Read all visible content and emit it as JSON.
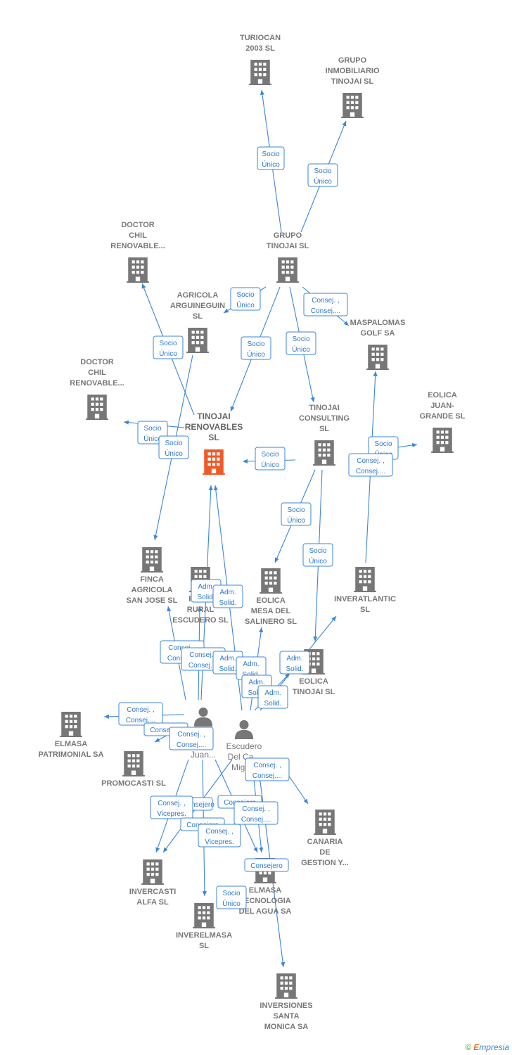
{
  "colors": {
    "company": "#777777",
    "focus": "#f05a28",
    "edge": "#3b86d8",
    "label_box_border": "#3b86d8"
  },
  "brand": {
    "copyright": "©",
    "initial": "E",
    "rest": "mpresia"
  },
  "companies": [
    {
      "id": "turiocan",
      "lines": [
        "TURIOCAN",
        "2003 SL"
      ]
    },
    {
      "id": "grupo-inmobiliario",
      "lines": [
        "GRUPO",
        "INMOBILIARIO",
        "TINOJAI  SL"
      ]
    },
    {
      "id": "doctor-chil-1",
      "lines": [
        "DOCTOR",
        "CHIL",
        "RENOVABLE..."
      ]
    },
    {
      "id": "grupo-tinojai",
      "lines": [
        "GRUPO",
        "TINOJAI  SL"
      ]
    },
    {
      "id": "agricola",
      "lines": [
        "AGRICOLA",
        "ARGUINEGUIN",
        "SL"
      ]
    },
    {
      "id": "maspalomas",
      "lines": [
        "MASPALOMAS",
        "GOLF SA"
      ]
    },
    {
      "id": "doctor-chil-2",
      "lines": [
        "DOCTOR",
        "CHIL",
        "RENOVABLE..."
      ]
    },
    {
      "id": "tinojai-renovables",
      "lines": [
        "TINOJAI",
        "RENOVABLES",
        "SL"
      ],
      "focus": true
    },
    {
      "id": "tinojai-consulting",
      "lines": [
        "TINOJAI",
        "CONSULTING",
        "SL"
      ]
    },
    {
      "id": "eolica-juan",
      "lines": [
        "EOLICA",
        "JUAN-",
        "GRANDE  SL"
      ]
    },
    {
      "id": "finca-agricola",
      "lines": [
        "FINCA",
        "AGRICOLA",
        "SAN JOSE  SL"
      ]
    },
    {
      "id": "finca-rural",
      "lines": [
        "FINCA",
        "RURAL",
        "ESCUDERO  SL"
      ]
    },
    {
      "id": "eolica-mesa",
      "lines": [
        "EOLICA",
        "MESA DEL",
        "SALINERO  SL"
      ]
    },
    {
      "id": "inveratlantic",
      "lines": [
        "INVERATLANTIC",
        "SL"
      ]
    },
    {
      "id": "eolica-tinojai",
      "lines": [
        "EOLICA",
        "TINOJAI  SL"
      ]
    },
    {
      "id": "elmasa-patrimonial",
      "lines": [
        "ELMASA",
        "PATRIMONIAL SA"
      ]
    },
    {
      "id": "promocasti",
      "lines": [
        "PROMOCASTI SL"
      ]
    },
    {
      "id": "canaria",
      "lines": [
        "CANARIA",
        "DE",
        "GESTION Y..."
      ]
    },
    {
      "id": "invercasti",
      "lines": [
        "INVERCASTI",
        "ALFA SL"
      ]
    },
    {
      "id": "elmasa-tecnologia",
      "lines": [
        "ELMASA",
        "TECNOLOGIA",
        "DEL AGUA SA"
      ]
    },
    {
      "id": "inverelmasa",
      "lines": [
        "INVERELMASA",
        "SL"
      ]
    },
    {
      "id": "inversiones-santa",
      "lines": [
        "INVERSIONES",
        "SANTA",
        "MONICA SA"
      ]
    }
  ],
  "persons": [
    {
      "id": "person-castillo",
      "lines": [
        "...ro",
        "...illo",
        "Juan..."
      ]
    },
    {
      "id": "person-escudero",
      "lines": [
        "Escudero",
        "Del Ca...",
        "Migu..."
      ]
    }
  ],
  "relations": [
    {
      "id": "r1",
      "lines": [
        "Socio",
        "Único"
      ]
    },
    {
      "id": "r2",
      "lines": [
        "Socio",
        "Único"
      ]
    },
    {
      "id": "r3",
      "lines": [
        "Socio",
        "Único"
      ]
    },
    {
      "id": "r4",
      "lines": [
        "Consej. ,",
        "Consej...."
      ]
    },
    {
      "id": "r5",
      "lines": [
        "Socio",
        "Único"
      ]
    },
    {
      "id": "r6",
      "lines": [
        "Socio",
        "Único"
      ]
    },
    {
      "id": "r7",
      "lines": [
        "Socio",
        "Único"
      ]
    },
    {
      "id": "r8",
      "lines": [
        "Socio",
        "Único"
      ]
    },
    {
      "id": "r9",
      "lines": [
        "Socio",
        "Único"
      ]
    },
    {
      "id": "r10",
      "lines": [
        "Socio",
        "Único"
      ]
    },
    {
      "id": "r11",
      "lines": [
        "Socio",
        "Único"
      ]
    },
    {
      "id": "r12",
      "lines": [
        "Socio",
        "Único"
      ]
    },
    {
      "id": "r13",
      "lines": [
        "Consej. ,",
        "Consej...."
      ]
    },
    {
      "id": "r14",
      "lines": [
        "Socio",
        "Único"
      ]
    },
    {
      "id": "r15",
      "lines": [
        "Socio",
        "Único"
      ]
    },
    {
      "id": "r16",
      "lines": [
        "Adm.",
        "Solid."
      ]
    },
    {
      "id": "r17",
      "lines": [
        "Adm.",
        "Solid."
      ]
    },
    {
      "id": "r18",
      "lines": [
        "Consej. ,",
        "Consej...."
      ]
    },
    {
      "id": "r19",
      "lines": [
        "Consej. ,",
        "Consej...."
      ]
    },
    {
      "id": "r20",
      "lines": [
        "Adm.",
        "Solid."
      ]
    },
    {
      "id": "r21",
      "lines": [
        "Adm.",
        "Solid."
      ]
    },
    {
      "id": "r22",
      "lines": [
        "Adm.",
        "Solid."
      ]
    },
    {
      "id": "r23",
      "lines": [
        "Adm.",
        "Solid."
      ]
    },
    {
      "id": "r24",
      "lines": [
        "Adm.",
        "Solid."
      ]
    },
    {
      "id": "r25",
      "lines": [
        "Consej. ,",
        "Consej...."
      ]
    },
    {
      "id": "r26",
      "lines": [
        "Consejero"
      ]
    },
    {
      "id": "r27",
      "lines": [
        "Consej. ,",
        "Consej...."
      ]
    },
    {
      "id": "r28",
      "lines": [
        "Consej. ,",
        "Consej...."
      ]
    },
    {
      "id": "r29",
      "lines": [
        "Consejero"
      ]
    },
    {
      "id": "r30",
      "lines": [
        "Consejero"
      ]
    },
    {
      "id": "r31",
      "lines": [
        "Consej. ,",
        "Vicepres."
      ]
    },
    {
      "id": "r32",
      "lines": [
        "Consej. ,",
        "Consej...."
      ]
    },
    {
      "id": "r33",
      "lines": [
        "Consejero"
      ]
    },
    {
      "id": "r34",
      "lines": [
        "Consej. ,",
        "Vicepres."
      ]
    },
    {
      "id": "r35",
      "lines": [
        "Consejero"
      ]
    },
    {
      "id": "r36",
      "lines": [
        "Socio",
        "Único"
      ]
    }
  ]
}
